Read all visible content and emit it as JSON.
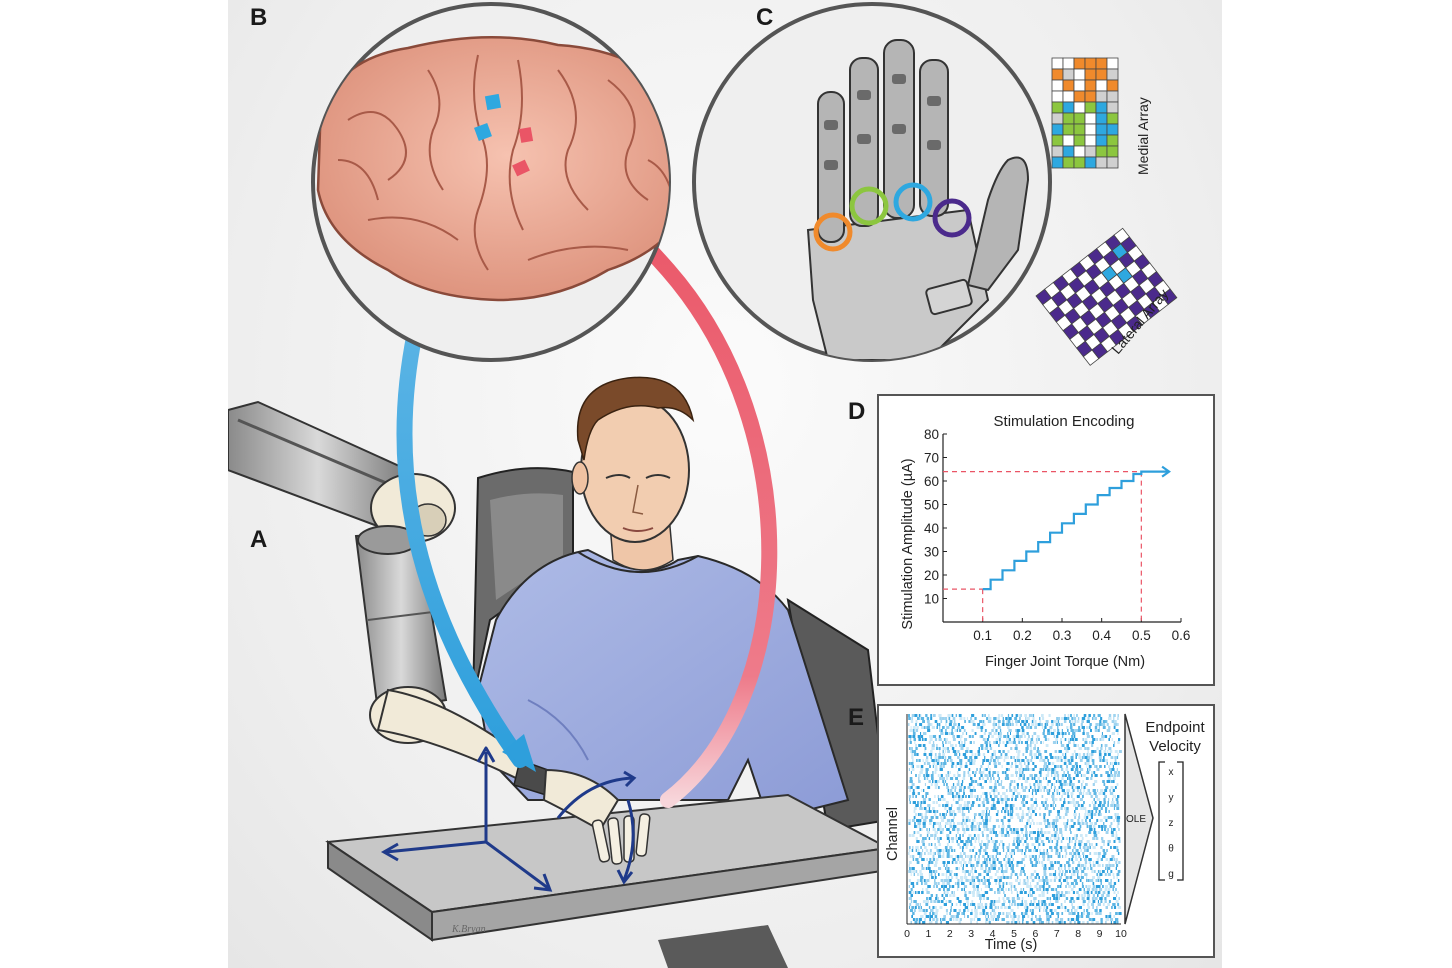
{
  "panels": {
    "a": "A",
    "b": "B",
    "c": "C",
    "d": "D",
    "e": "E"
  },
  "colors": {
    "decode": "#2e9fdc",
    "encode": "#ea5566",
    "orange": "#f08a2c",
    "green": "#8cc63f",
    "blue": "#2ea8e0",
    "purple": "#4b2a8c",
    "skin": "#e8a690",
    "axes": "#1f3a8a"
  },
  "arrays": {
    "medial": "Medial Array",
    "lateral": "Lateral Array"
  },
  "signature": "K.Bryan",
  "chart_data": [
    {
      "type": "line",
      "title": "Stimulation Encoding",
      "xlabel": "Finger Joint Torque (Nm)",
      "ylabel": "Stimulation Amplitude (µA)",
      "xlim": [
        0,
        0.6
      ],
      "ylim": [
        0,
        80
      ],
      "xticks": [
        "0.1",
        "0.2",
        "0.3",
        "0.4",
        "0.5",
        "0.6"
      ],
      "yticks": [
        "10",
        "20",
        "30",
        "40",
        "50",
        "60",
        "70",
        "80"
      ],
      "series": [
        {
          "x": [
            0.1,
            0.12,
            0.12,
            0.15,
            0.15,
            0.18,
            0.18,
            0.21,
            0.21,
            0.24,
            0.24,
            0.27,
            0.27,
            0.3,
            0.3,
            0.33,
            0.33,
            0.36,
            0.36,
            0.39,
            0.39,
            0.42,
            0.42,
            0.45,
            0.45,
            0.48,
            0.48,
            0.5,
            0.5,
            0.57
          ],
          "y": [
            14,
            14,
            18,
            18,
            22,
            22,
            26,
            26,
            30,
            30,
            34,
            34,
            38,
            38,
            42,
            42,
            46,
            46,
            50,
            50,
            54,
            54,
            57,
            57,
            60,
            60,
            63,
            63,
            64,
            64
          ]
        }
      ],
      "reference_lines": [
        {
          "x": 0.1,
          "y": 14
        },
        {
          "x": 0.5,
          "y": 64
        }
      ],
      "grid": false
    },
    {
      "type": "heatmap",
      "xlabel": "Time (s)",
      "ylabel": "Channel",
      "xlim": [
        0,
        10
      ],
      "xticks": [
        "0",
        "1",
        "2",
        "3",
        "4",
        "5",
        "6",
        "7",
        "8",
        "9",
        "10"
      ],
      "decoder_label": "OLE",
      "output_title": [
        "Endpoint",
        "Velocity"
      ],
      "outputs": [
        "x",
        "y",
        "z",
        "θ",
        "g"
      ]
    }
  ]
}
